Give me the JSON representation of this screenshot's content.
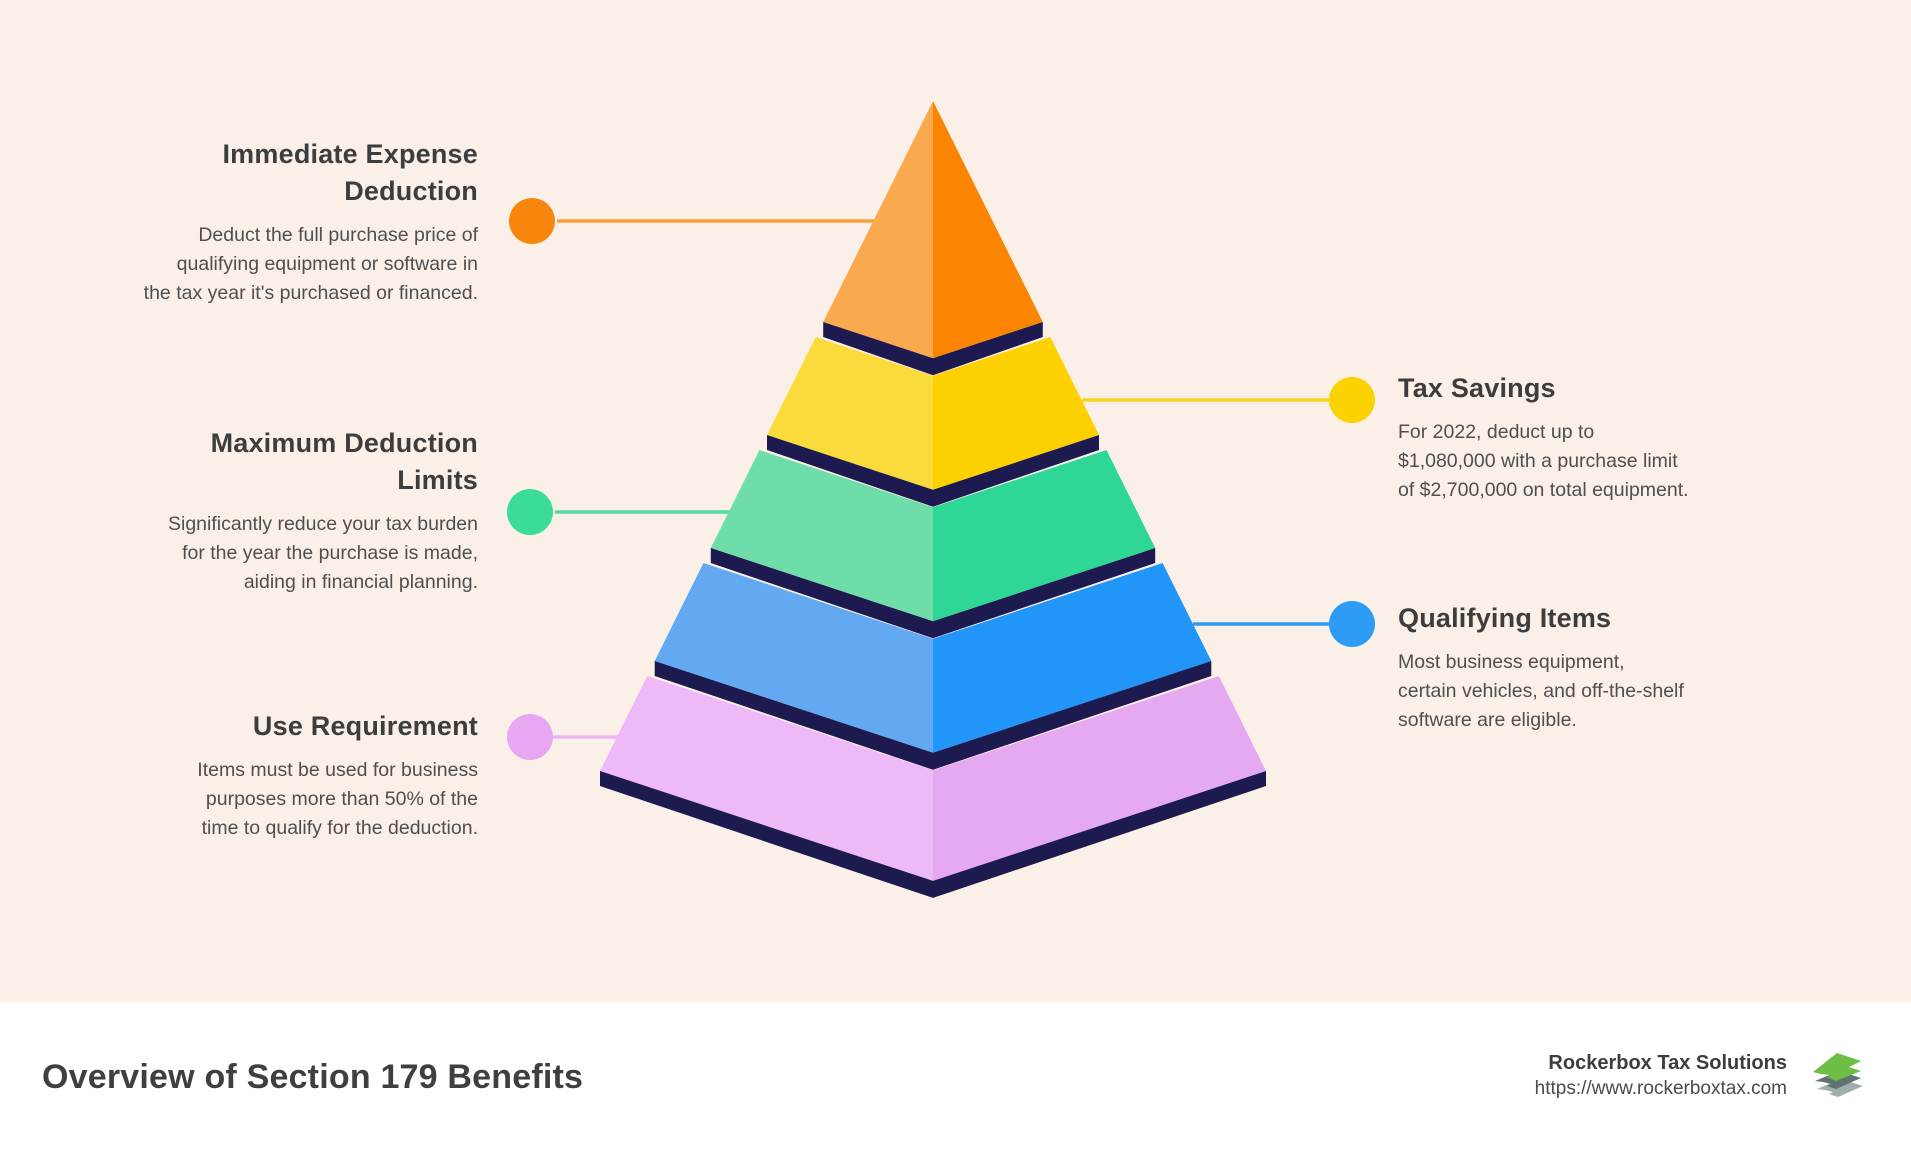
{
  "background_color": "#FAF0E8",
  "footer_background": "#FFFFFF",
  "pyramid": {
    "divider_color": "#1D1A4F",
    "layers": [
      {
        "label": "immediate-expense-deduction",
        "left_color": "#FBA94F",
        "right_color": "#FB8500"
      },
      {
        "label": "tax-savings",
        "left_color": "#FBDB3C",
        "right_color": "#FDD100"
      },
      {
        "label": "maximum-deduction-limits",
        "left_color": "#6FDDAA",
        "right_color": "#2ED796"
      },
      {
        "label": "qualifying-items",
        "left_color": "#62A9F1",
        "right_color": "#2196F8"
      },
      {
        "label": "use-requirement",
        "left_color": "#EDB9F6",
        "right_color": "#E5A9F1"
      }
    ]
  },
  "callouts": [
    {
      "side": "left",
      "title": "Immediate Expense\nDeduction",
      "body": "Deduct the full purchase price of\nqualifying equipment or software in\nthe tax year it's purchased or financed.",
      "dot_color": "#F8860D",
      "line_color": "#F9A13C"
    },
    {
      "side": "right",
      "title": "Tax Savings",
      "body": "For 2022, deduct up to\n$1,080,000 with a purchase limit\nof $2,700,000 on total equipment.",
      "dot_color": "#FCD201",
      "line_color": "#FCD21B"
    },
    {
      "side": "left",
      "title": "Maximum Deduction\nLimits",
      "body": "Significantly reduce your tax burden\nfor the year the purchase is made,\naiding in financial planning.",
      "dot_color": "#3BDB98",
      "line_color": "#52DEA1"
    },
    {
      "side": "right",
      "title": "Qualifying Items",
      "body": "Most business equipment,\ncertain vehicles, and off-the-shelf\nsoftware are eligible.",
      "dot_color": "#2E9CF4",
      "line_color": "#2E9CF4"
    },
    {
      "side": "left",
      "title": "Use Requirement",
      "body": "Items must be used for business\npurposes more than 50% of the\ntime to qualify for the deduction.",
      "dot_color": "#E7A7F2",
      "line_color": "#E9B5F2"
    }
  ],
  "footer": {
    "title": "Overview of Section 179 Benefits",
    "brand_name": "Rockerbox Tax Solutions",
    "brand_url": "https://www.rockerboxtax.com",
    "logo_colors": {
      "top": "#6CBE45",
      "middle": "#5F7370",
      "bottom": "#9FADAB"
    }
  }
}
